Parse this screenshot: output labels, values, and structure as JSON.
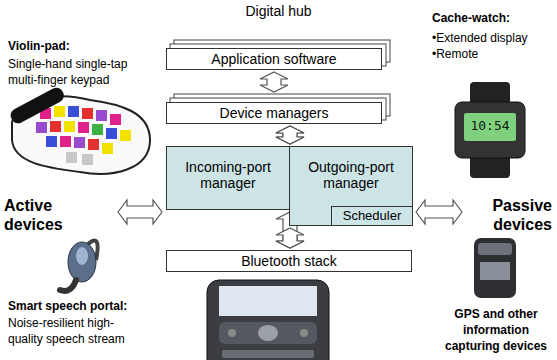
{
  "diagram": {
    "title": "Digital hub",
    "nodes": [
      {
        "text": [
          "Application software"
        ]
      },
      {
        "text": [
          "Device managers"
        ]
      },
      {
        "text": [
          "Incoming-port manager"
        ]
      },
      {
        "text": [
          "Outgoing-port manager"
        ]
      },
      {
        "text": [
          "Scheduler"
        ],
        "in": 3
      },
      {
        "text": [
          "Bluetooth stack"
        ]
      }
    ],
    "edges": [
      {
        "from": 0,
        "to": 1,
        "arrow": "both"
      },
      {
        "from": 1,
        "to": 2,
        "arrow": "both"
      },
      {
        "from": 1,
        "to": 3,
        "arrow": "both"
      },
      {
        "from": 2,
        "to": 5,
        "arrow": "both"
      },
      {
        "from": 3,
        "to": 5,
        "arrow": "both"
      }
    ],
    "labels": [
      "Violin-pad:",
      "Single-hand single-tap multi-finger keypad",
      "Active devices",
      "Smart speech portal:",
      "Noise-resilient high-quality speech stream",
      "Cache-watch:",
      "•Extended display",
      "•Remote",
      "Passive devices",
      "GPS and other information capturing devices",
      "10:54"
    ]
  }
}
